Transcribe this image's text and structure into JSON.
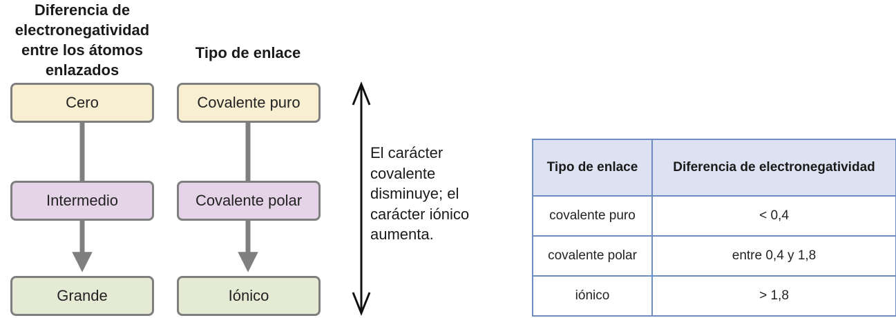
{
  "diagram": {
    "heading_left": "Diferencia de electronegatividad entre los átomos enlazados",
    "heading_right": "Tipo de enlace",
    "left_column": [
      "Cero",
      "Intermedio",
      "Grande"
    ],
    "right_column": [
      "Covalente puro",
      "Covalente polar",
      "Iónico"
    ],
    "side_label": "El carácter covalente disminuye; el carácter iónico aumenta.",
    "colors": {
      "top_box": "#f8efd2",
      "middle_box": "#e5d3e8",
      "bottom_box": "#e4ead3",
      "box_border": "#7f7f7f",
      "arrow": "#7f7f7f",
      "table_header": "#dde2f2",
      "table_border": "#6d8dc2"
    }
  },
  "table": {
    "headers": [
      "Tipo de enlace",
      "Diferencia de electronegatividad"
    ],
    "rows": [
      [
        "covalente puro",
        "< 0,4"
      ],
      [
        "covalente polar",
        "entre 0,4 y 1,8"
      ],
      [
        "iónico",
        "> 1,8"
      ]
    ]
  }
}
